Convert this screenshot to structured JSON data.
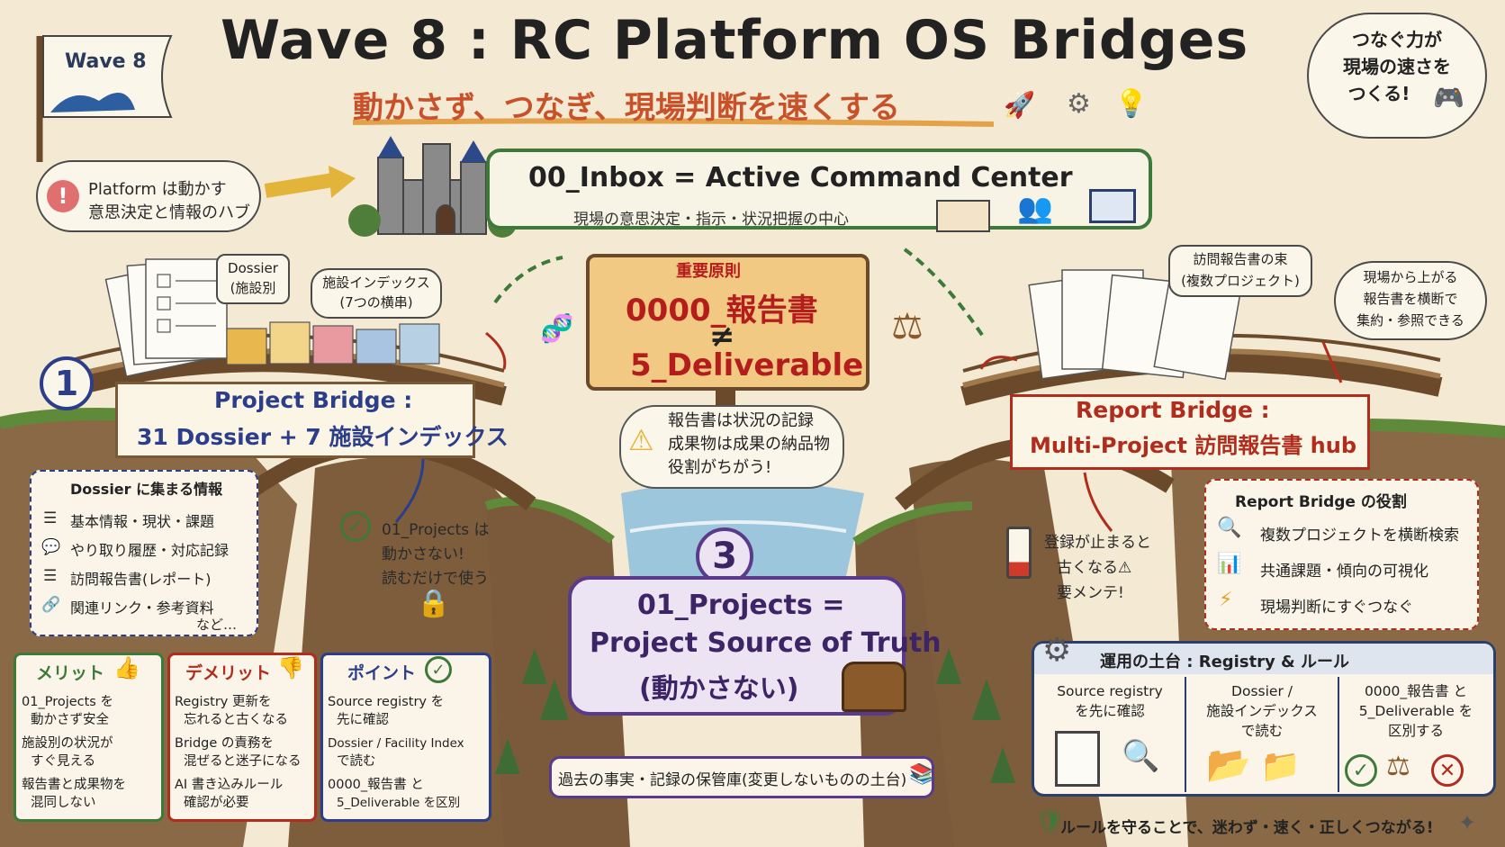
{
  "flag": {
    "label": "Wave 8"
  },
  "header": {
    "title": "Wave 8 : RC Platform OS Bridges",
    "subtitle": "動かさず、つなぎ、現場判断を速くする",
    "corner_bubble": [
      "つなぐ力が",
      "現場の速さを",
      "つくる!"
    ]
  },
  "hub_note": [
    "Platform は動かす",
    "意思決定と情報のハブ"
  ],
  "command_center": {
    "title": "00_Inbox = Active Command Center",
    "subtitle": "現場の意思決定・指示・状況把握の中心"
  },
  "principle_sign": {
    "heading": "重要原則",
    "line1": "0000_報告書",
    "neq": "≠",
    "line2": "5_Deliverable"
  },
  "principle_warning": [
    "報告書は状況の記録",
    "成果物は成果の納品物",
    "役割がちがう!"
  ],
  "project_bridge": {
    "number": "1",
    "title": "Project Bridge :",
    "subtitle": "31 Dossier + 7 施設インデックス",
    "dossier_tag": [
      "Dossier",
      "(施設別"
    ],
    "index_tag": [
      "施設インデックス",
      "(7つの横串)"
    ]
  },
  "dossier_info": {
    "heading": "Dossier に集まる情報",
    "items": [
      "基本情報・現状・課題",
      "やり取り履歴・対応記録",
      "訪問報告書(レポート)",
      "関連リンク・参考資料"
    ],
    "etc": "など…"
  },
  "readonly_note": [
    "01_Projects は",
    "動かさない!",
    "読むだけで使う"
  ],
  "report_bridge": {
    "title": "Report Bridge :",
    "subtitle": "Multi-Project 訪問報告書 hub",
    "bundle_tag": [
      "訪問報告書の束",
      "(複数プロジェクト)"
    ],
    "side_note": [
      "現場から上がる",
      "報告書を横断で",
      "集約・参照できる"
    ]
  },
  "maintenance_note": [
    "登録が止まると",
    "古くなる⚠",
    "要メンテ!"
  ],
  "report_role": {
    "heading": "Report Bridge の役割",
    "items": [
      "複数プロジェクトを横断検索",
      "共通課題・傾向の可視化",
      "現場判断にすぐつなぐ"
    ]
  },
  "source_of_truth": {
    "number": "3",
    "line1": "01_Projects =",
    "line2": "Project Source of Truth",
    "line3": "(動かさない)",
    "archive": "過去の事実・記録の保管庫(変更しないものの土台)"
  },
  "merits": {
    "heading": "メリット",
    "items": [
      [
        "01_Projects を",
        "動かさず安全"
      ],
      [
        "施設別の状況が",
        "すぐ見える"
      ],
      [
        "報告書と成果物を",
        "混同しない"
      ]
    ]
  },
  "demerits": {
    "heading": "デメリット",
    "items": [
      [
        "Registry 更新を",
        "忘れると古くなる"
      ],
      [
        "Bridge の責務を",
        "混ぜると迷子になる"
      ],
      [
        "AI 書き込みルール",
        "確認が必要"
      ]
    ]
  },
  "points": {
    "heading": "ポイント",
    "items": [
      [
        "Source registry を",
        "先に確認"
      ],
      [
        "Dossier / Facility Index",
        "で読む"
      ],
      [
        "0000_報告書 と",
        "5_Deliverable を区別"
      ]
    ]
  },
  "operations": {
    "heading": "運用の土台 : Registry & ルール",
    "columns": [
      [
        "Source registry",
        "を先に確認"
      ],
      [
        "Dossier /",
        "施設インデックス",
        "で読む"
      ],
      [
        "0000_報告書 と",
        "5_Deliverable を",
        "区別する"
      ]
    ],
    "footer": "ルールを守ることで、迷わず・速く・正しくつながる!"
  },
  "icons": {
    "flag": "wave-flag-icon",
    "castle": "castle-icon",
    "rocket": "rocket-icon",
    "gear": "gear-icon",
    "bulb": "lightbulb-icon",
    "gamepad": "gamepad-icon",
    "mail": "mail-icon",
    "people": "people-icon",
    "monitor": "chart-monitor-icon",
    "scale": "scale-icon",
    "dna": "dna-icon",
    "lock": "lock-icon",
    "battery": "battery-low-icon",
    "chest": "treasure-chest-icon",
    "books": "books-icon",
    "shield": "shield-icon",
    "sparkle": "sparkle-icon"
  },
  "colors": {
    "blue": "#2c3e8a",
    "red": "#b02c1c",
    "green": "#3d7a3a",
    "purple": "#5a3a8a",
    "orange": "#c8512a",
    "paper": "#f4e9d2"
  }
}
